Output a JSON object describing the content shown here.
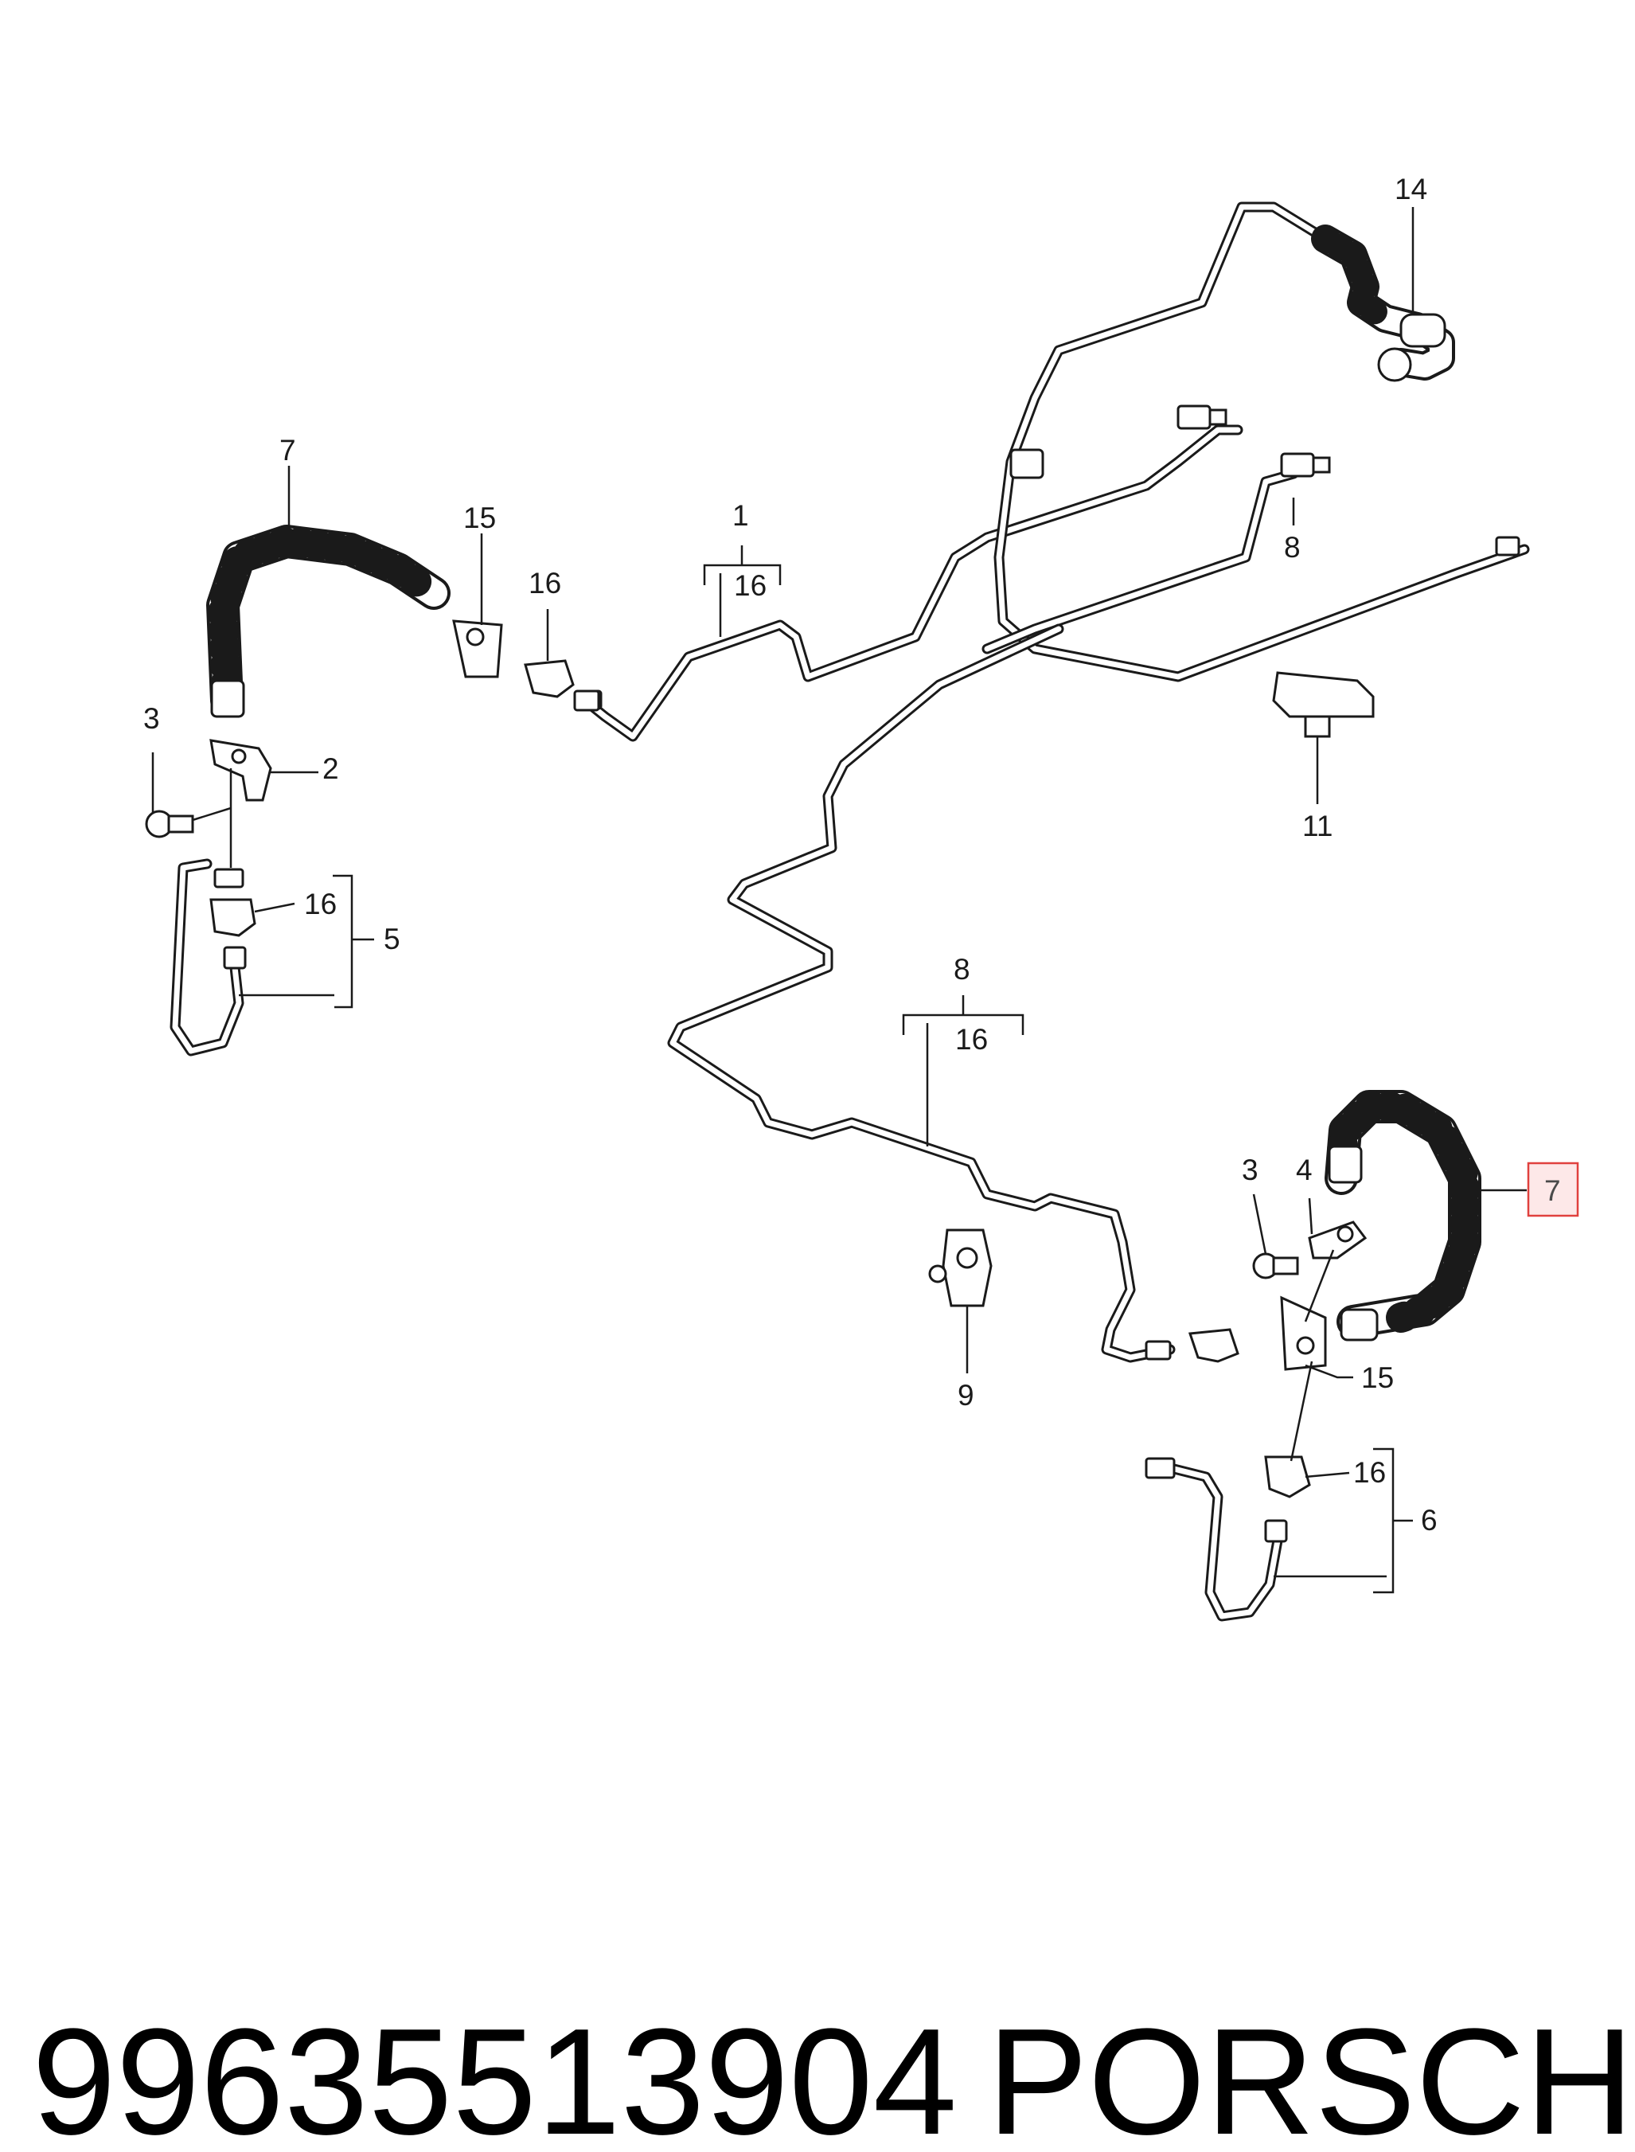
{
  "diagram": {
    "part_labels": {
      "l1": "1",
      "l16_top_mid": "16",
      "l2": "2",
      "l3_left": "3",
      "l5": "5",
      "l7_left": "7",
      "l15_left": "15",
      "l16_left_clip": "16",
      "l16_left_group": "16",
      "l14": "14",
      "l8_top": "8",
      "l11": "11",
      "l8_mid": "8",
      "l16_mid": "16",
      "l9": "9",
      "l3_right": "3",
      "l4": "4",
      "l7_right": "7",
      "l15_right": "15",
      "l16_right": "16",
      "l6": "6"
    },
    "highlight_color": "#e0413e"
  },
  "footer": {
    "part_number": "99635513904",
    "brand": "PORSCHE"
  }
}
